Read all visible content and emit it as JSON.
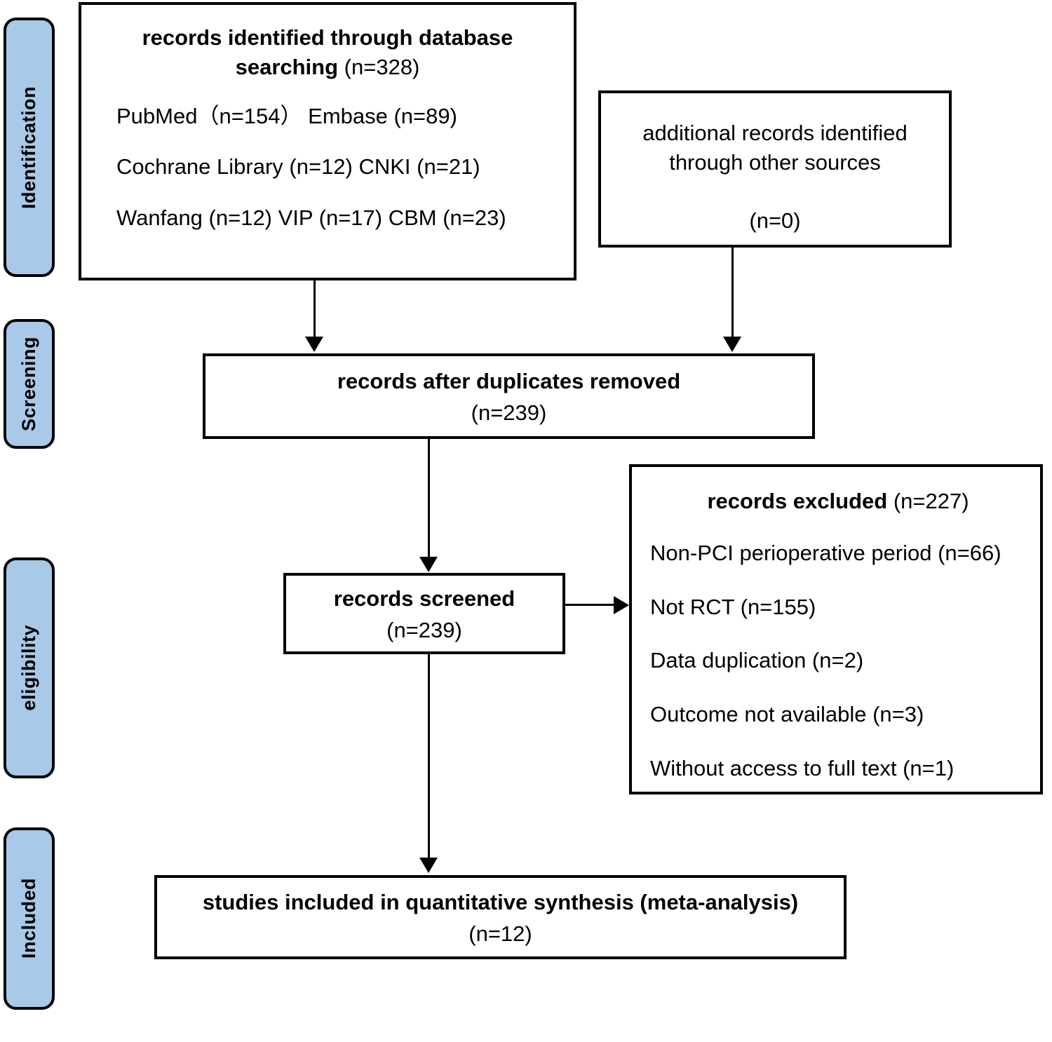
{
  "diagram": {
    "title": "PRISMA flow diagram",
    "accent_color": "#a8c9e8",
    "line_color": "#000000",
    "background_color": "#ffffff"
  },
  "stages": [
    {
      "key": "identification",
      "label": "Identification"
    },
    {
      "key": "screening",
      "label": "Screening"
    },
    {
      "key": "eligibility",
      "label": "eligibility"
    },
    {
      "key": "included",
      "label": "Included"
    }
  ],
  "boxes": {
    "identified": {
      "heading_bold": "records identified through database searching",
      "heading_count": "(n=328)",
      "sources": [
        "PubMed（n=154）  Embase (n=89)",
        "Cochrane Library (n=12)   CNKI (n=21)",
        "Wanfang (n=12)   VIP (n=17)   CBM (n=23)"
      ],
      "source_items": [
        {
          "name": "PubMed",
          "count": "n=154"
        },
        {
          "name": "Embase",
          "count": "n=89"
        },
        {
          "name": "Cochrane Library",
          "count": "n=12"
        },
        {
          "name": "CNKI",
          "count": "n=21"
        },
        {
          "name": "Wanfang",
          "count": "n=12"
        },
        {
          "name": "VIP",
          "count": "n=17"
        },
        {
          "name": "CBM",
          "count": "n=23"
        }
      ]
    },
    "additional": {
      "heading": "additional records identified through other sources",
      "count": "(n=0)"
    },
    "duplicates": {
      "heading": "records after duplicates removed",
      "count": "(n=239)"
    },
    "screened": {
      "heading": "records screened",
      "count": "(n=239)"
    },
    "excluded": {
      "heading_bold": "records excluded",
      "heading_count": "(n=227)",
      "reasons": [
        "Non-PCI perioperative period (n=66)",
        "Not RCT (n=155)",
        "Data duplication (n=2)",
        "Outcome not available (n=3)",
        "Without access to full text (n=1)"
      ],
      "reason_items": [
        {
          "label": "Non-PCI perioperative period",
          "count": "n=66"
        },
        {
          "label": "Not RCT",
          "count": "n=155"
        },
        {
          "label": "Data duplication",
          "count": "n=2"
        },
        {
          "label": "Outcome not available",
          "count": "n=3"
        },
        {
          "label": "Without access to full text",
          "count": "n=1"
        }
      ]
    },
    "included": {
      "heading": "studies included in quantitative synthesis (meta-analysis)",
      "count": "(n=12)"
    }
  }
}
